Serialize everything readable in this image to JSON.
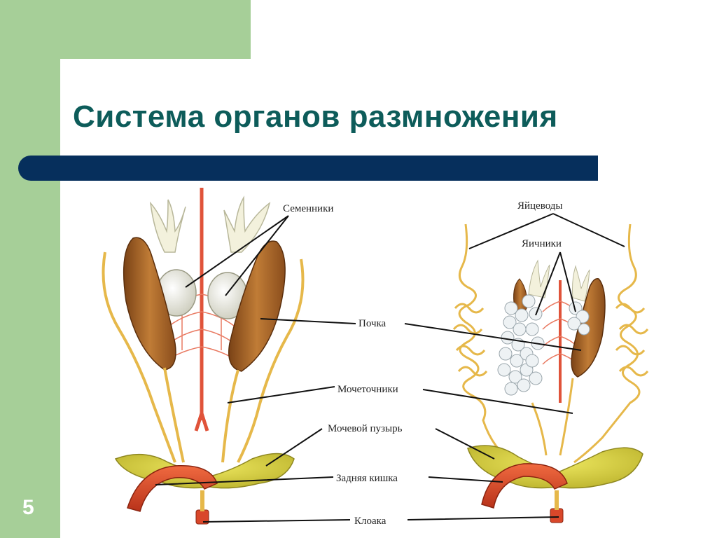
{
  "slide": {
    "title": "Система органов размножения",
    "number": "5"
  },
  "labels": {
    "testes": "Семенники",
    "oviducts": "Яйцеводы",
    "ovaries": "Яичники",
    "kidney": "Почка",
    "ureters": "Мочеточники",
    "bladder": "Мочевой пузырь",
    "hindgut": "Задняя кишка",
    "cloaca": "Клоака"
  },
  "colors": {
    "background_green": "#a6cf98",
    "title_teal": "#0d5c5a",
    "bar_navy": "#062f5c",
    "kidney_brown": "#a9662a",
    "vessel_red": "#e0533a",
    "bladder_yellow": "#d6cf39",
    "gut_red": "#d9472a",
    "duct_yellow": "#e6b84a"
  }
}
